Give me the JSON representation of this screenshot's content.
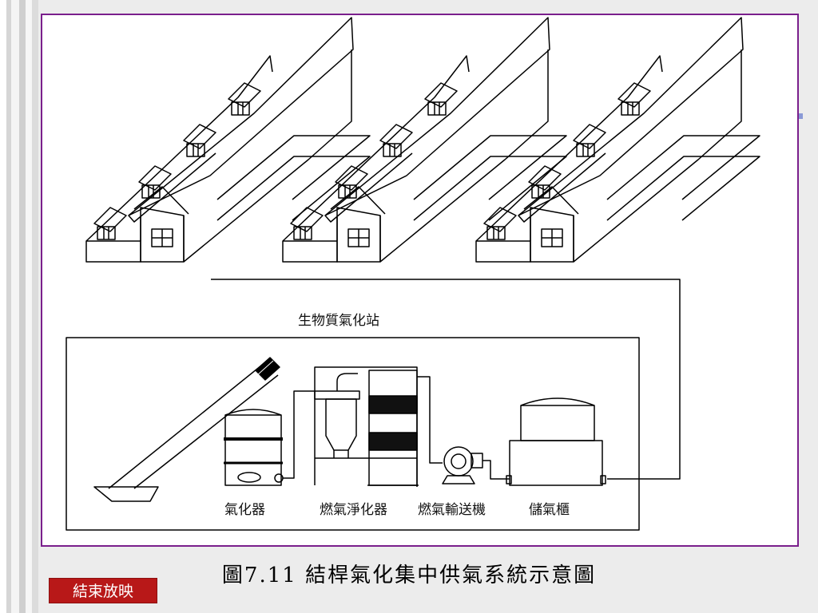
{
  "diagram": {
    "station_label": "生物質氣化站",
    "components": [
      {
        "label": "氣化器"
      },
      {
        "label": "燃氣淨化器"
      },
      {
        "label": "燃氣輸送機"
      },
      {
        "label": "儲氣櫃"
      }
    ],
    "building_count": 3
  },
  "caption": "圖7.11 結桿氣化集中供氣系統示意圖",
  "end_show_button": "結束放映",
  "colors": {
    "frame_border": "#7a1f8c",
    "button_bg": "#b81818",
    "bullet": "#8a9ad6"
  }
}
